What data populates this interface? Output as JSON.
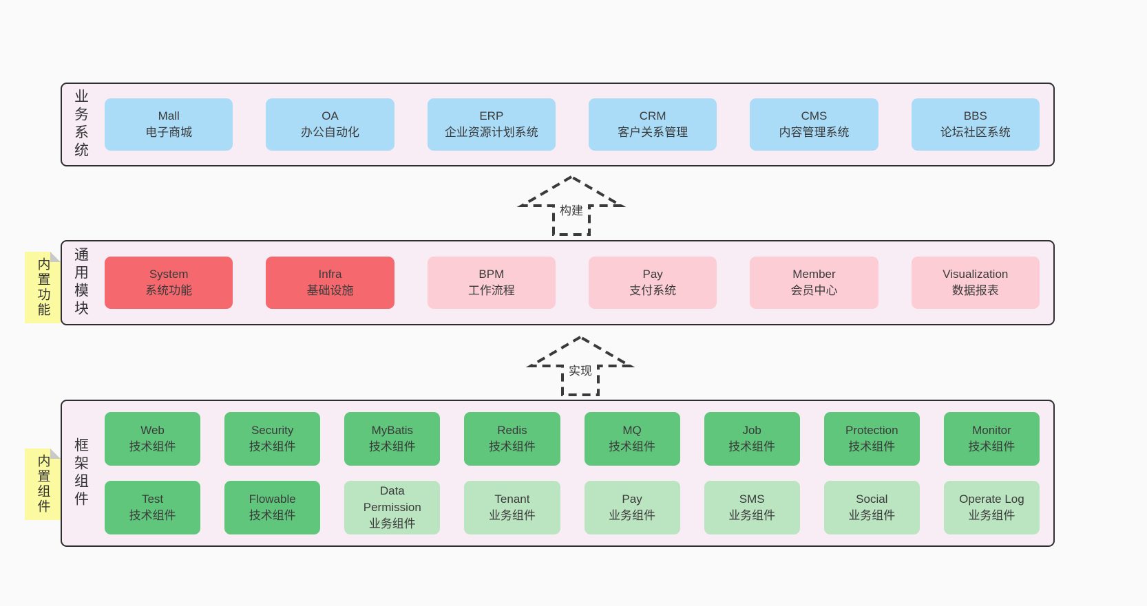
{
  "colors": {
    "page_bg": "#fafafa",
    "container_bg": "#f8edf5",
    "container_border": "#2e2e2e",
    "blue": "#abdcf7",
    "red": "#f5696e",
    "pink": "#fccdd5",
    "green": "#60c67c",
    "light_green": "#bbe4c1",
    "sticky_yellow": "#fbfaa0",
    "sticky_fold": "#c9c9c9",
    "text": "#3a3a3a"
  },
  "stickies": [
    {
      "label": "内置功能"
    },
    {
      "label": "内置组件"
    }
  ],
  "arrows": [
    {
      "label": "构建"
    },
    {
      "label": "实现"
    }
  ],
  "bands": [
    {
      "label": "业务系统",
      "rows": [
        [
          {
            "title": "Mall",
            "subtitle": "电子商城",
            "variant": "blue"
          },
          {
            "title": "OA",
            "subtitle": "办公自动化",
            "variant": "blue"
          },
          {
            "title": "ERP",
            "subtitle": "企业资源计划系统",
            "variant": "blue"
          },
          {
            "title": "CRM",
            "subtitle": "客户关系管理",
            "variant": "blue"
          },
          {
            "title": "CMS",
            "subtitle": "内容管理系统",
            "variant": "blue"
          },
          {
            "title": "BBS",
            "subtitle": "论坛社区系统",
            "variant": "blue"
          }
        ]
      ]
    },
    {
      "label": "通用模块",
      "rows": [
        [
          {
            "title": "System",
            "subtitle": "系统功能",
            "variant": "red"
          },
          {
            "title": "Infra",
            "subtitle": "基础设施",
            "variant": "red"
          },
          {
            "title": "BPM",
            "subtitle": "工作流程",
            "variant": "pink"
          },
          {
            "title": "Pay",
            "subtitle": "支付系统",
            "variant": "pink"
          },
          {
            "title": "Member",
            "subtitle": "会员中心",
            "variant": "pink"
          },
          {
            "title": "Visualization",
            "subtitle": "数据报表",
            "variant": "pink"
          }
        ]
      ]
    },
    {
      "label": "框架组件",
      "rows": [
        [
          {
            "title": "Web",
            "subtitle": "技术组件",
            "variant": "green"
          },
          {
            "title": "Security",
            "subtitle": "技术组件",
            "variant": "green"
          },
          {
            "title": "MyBatis",
            "subtitle": "技术组件",
            "variant": "green"
          },
          {
            "title": "Redis",
            "subtitle": "技术组件",
            "variant": "green"
          },
          {
            "title": "MQ",
            "subtitle": "技术组件",
            "variant": "green"
          },
          {
            "title": "Job",
            "subtitle": "技术组件",
            "variant": "green"
          },
          {
            "title": "Protection",
            "subtitle": "技术组件",
            "variant": "green"
          },
          {
            "title": "Monitor",
            "subtitle": "技术组件",
            "variant": "green"
          }
        ],
        [
          {
            "title": "Test",
            "subtitle": "技术组件",
            "variant": "green"
          },
          {
            "title": "Flowable",
            "subtitle": "技术组件",
            "variant": "green"
          },
          {
            "title": "Data Permission",
            "subtitle": "业务组件",
            "variant": "lightgreen"
          },
          {
            "title": "Tenant",
            "subtitle": "业务组件",
            "variant": "lightgreen"
          },
          {
            "title": "Pay",
            "subtitle": "业务组件",
            "variant": "lightgreen"
          },
          {
            "title": "SMS",
            "subtitle": "业务组件",
            "variant": "lightgreen"
          },
          {
            "title": "Social",
            "subtitle": "业务组件",
            "variant": "lightgreen"
          },
          {
            "title": "Operate Log",
            "subtitle": "业务组件",
            "variant": "lightgreen"
          }
        ]
      ]
    }
  ]
}
